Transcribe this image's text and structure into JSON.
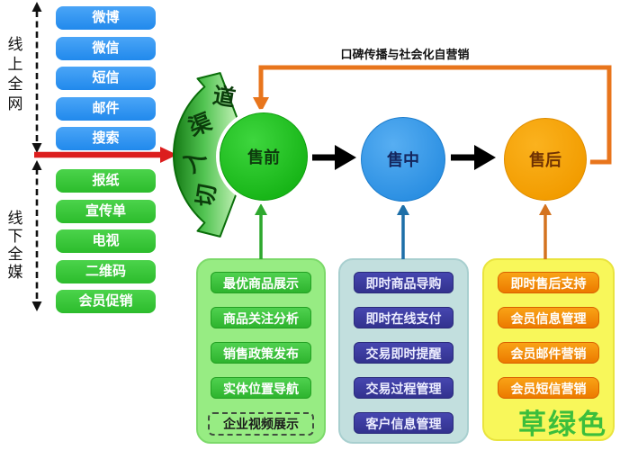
{
  "left_panel": {
    "online_label": "线上全网",
    "offline_label": "线下全媒",
    "online_channels": [
      "微博",
      "微信",
      "短信",
      "邮件",
      "搜索"
    ],
    "offline_channels": [
      "报纸",
      "宣传单",
      "电视",
      "二维码",
      "会员促销"
    ]
  },
  "funnel": {
    "entry_label": "切入渠道",
    "loop_label": "口碑传播与社会化自营销",
    "stages": [
      {
        "label": "售前",
        "color": "#1fc41f"
      },
      {
        "label": "售中",
        "color": "#3499ea"
      },
      {
        "label": "售后",
        "color": "#f8a400"
      }
    ]
  },
  "panels": {
    "presale": {
      "items": [
        "最优商品展示",
        "商品关注分析",
        "销售政策发布",
        "实体位置导航"
      ],
      "dashed_item": "企业视频展示",
      "bg_color": "#97ec83",
      "chip_color": "#3ec43e"
    },
    "insale": {
      "items": [
        "即时商品导购",
        "即时在线支付",
        "交易即时提醒",
        "交易过程管理",
        "客户信息管理"
      ],
      "bg_color": "#c2dfde",
      "chip_color": "#3a3aa0"
    },
    "aftersale": {
      "items": [
        "即时售后支持",
        "会员信息管理",
        "会员邮件营销",
        "会员短信营销"
      ],
      "bg_color": "#f8f75a",
      "chip_color": "#f28c00"
    }
  },
  "watermark": "草绿色",
  "colors": {
    "online_chip": "#2e96f5",
    "offline_chip": "#35c935",
    "entry_arrow": "#2eb42e",
    "red_arrow": "#dc1e1e",
    "loop_arrow": "#e8751c",
    "flow_arrow": "#000000"
  }
}
